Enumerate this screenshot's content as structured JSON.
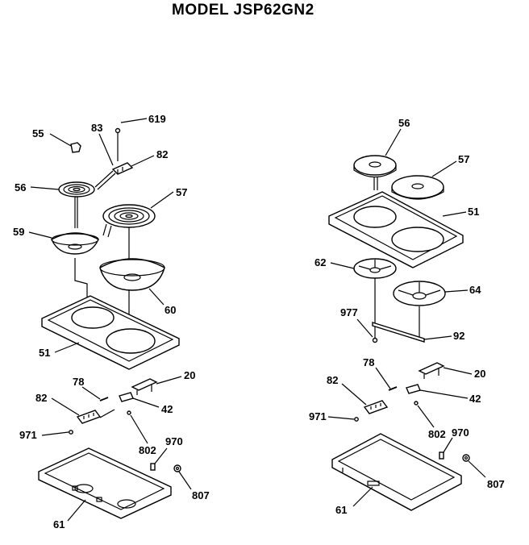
{
  "title": "MODEL JSP62GN2",
  "left": {
    "l55": "55",
    "l83": "83",
    "l619": "619",
    "l82a": "82",
    "l56": "56",
    "l57": "57",
    "l59": "59",
    "l60": "60",
    "l51": "51",
    "l78": "78",
    "l20": "20",
    "l82b": "82",
    "l42": "42",
    "l971": "971",
    "l802": "802",
    "l970": "970",
    "l807": "807",
    "l61": "61"
  },
  "right": {
    "l56": "56",
    "l57": "57",
    "l51": "51",
    "l62": "62",
    "l64": "64",
    "l977": "977",
    "l92": "92",
    "l78": "78",
    "l20": "20",
    "l82": "82",
    "l42": "42",
    "l971": "971",
    "l802": "802",
    "l970": "970",
    "l807": "807",
    "l61": "61"
  }
}
